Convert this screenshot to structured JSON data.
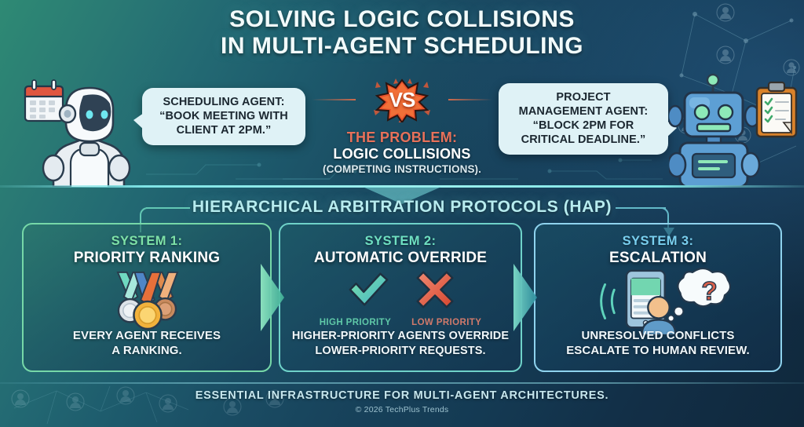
{
  "header": {
    "title_line1": "SOLVING LOGIC COLLISIONS",
    "title_line2": "IN MULTI-AGENT SCHEDULING"
  },
  "top": {
    "left_agent": {
      "icon": "calendar-icon",
      "robot": "white-humanoid-robot",
      "bubble": {
        "line1": "SCHEDULING AGENT:",
        "line2": "“BOOK MEETING WITH",
        "line3": "CLIENT AT 2PM.”"
      }
    },
    "right_agent": {
      "icon": "clipboard-checklist-icon",
      "robot": "blue-boxy-robot",
      "bubble": {
        "line1": "PROJECT",
        "line2": "MANAGEMENT AGENT:",
        "line3": "“BLOCK 2PM FOR",
        "line4": "CRITICAL DEADLINE.”"
      }
    },
    "conflict": {
      "vs_label": "VS",
      "problem_label": "THE PROBLEM:",
      "problem_name": "LOGIC COLLISIONS",
      "problem_note": "(COMPETING INSTRUCTIONS)."
    }
  },
  "hap": {
    "banner_title": "HIERARCHICAL ARBITRATION PROTOCOLS (HAP)"
  },
  "panels": [
    {
      "system_label": "SYSTEM 1:",
      "system_name": "PRIORITY RANKING",
      "icon": "medals-icon",
      "desc_line1": "EVERY AGENT RECEIVES",
      "desc_line2": "A RANKING."
    },
    {
      "system_label": "SYSTEM 2:",
      "system_name": "AUTOMATIC OVERRIDE",
      "icon": "check-and-cross-icon",
      "high_priority_label": "HIGH PRIORITY",
      "low_priority_label": "LOW PRIORITY",
      "desc_line1": "HIGHER-PRIORITY AGENTS OVERRIDE",
      "desc_line2": "LOWER-PRIORITY REQUESTS."
    },
    {
      "system_label": "SYSTEM 3:",
      "system_name": "ESCALATION",
      "icon": "tablet-person-question-icon",
      "desc_line1": "UNRESOLVED CONFLICTS",
      "desc_line2": "ESCALATE TO HUMAN REVIEW."
    }
  ],
  "footer": {
    "tagline": "ESSENTIAL INFRASTRUCTURE FOR MULTI-AGENT ARCHITECTURES.",
    "copyright": "© 2026 TechPlus Trends"
  },
  "colors": {
    "bg_left": "#2e8a74",
    "bg_right": "#10283c",
    "accent_cyan": "#7fe4e6",
    "accent_green": "#7ee2a8",
    "accent_red": "#e8715a",
    "bubble_bg": "#dff2f6"
  }
}
